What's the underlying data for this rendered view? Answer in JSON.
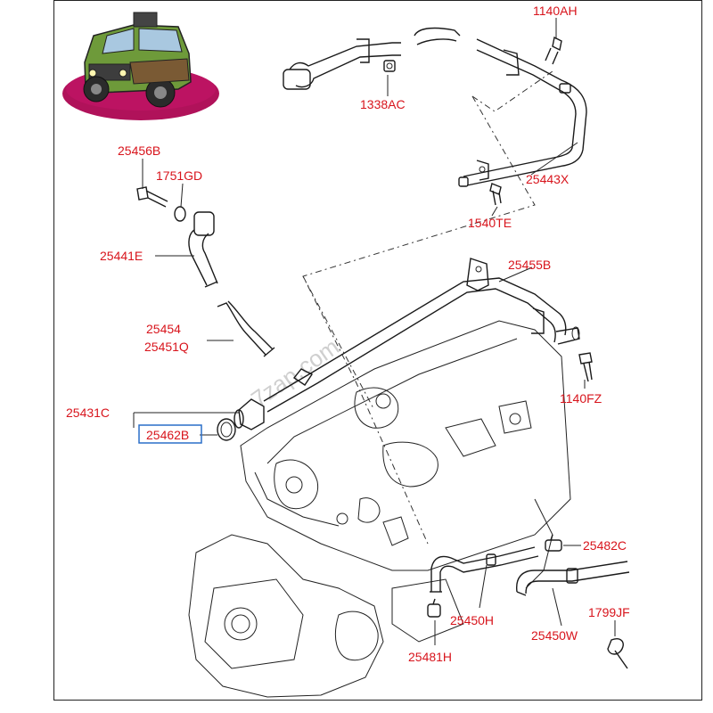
{
  "watermark": "7zap.com",
  "highlight_color": "#2a6fc9",
  "label_color": "#d8141c",
  "parts": {
    "p1140AH": "1140AH",
    "p1338AC": "1338AC",
    "p25456B": "25456B",
    "p1751GD": "1751GD",
    "p25443X": "25443X",
    "p1540TE": "1540TE",
    "p25441E": "25441E",
    "p25455B": "25455B",
    "p25454": "25454",
    "p25451Q": "25451Q",
    "p1140FZ": "1140FZ",
    "p25431C": "25431C",
    "p25462B": "25462B",
    "p25482C": "25482C",
    "p1799JF": "1799JF",
    "p25450H": "25450H",
    "p25450W": "25450W",
    "p25481H": "25481H"
  },
  "icons": {
    "vehicle": "suv-cartoon-icon"
  }
}
